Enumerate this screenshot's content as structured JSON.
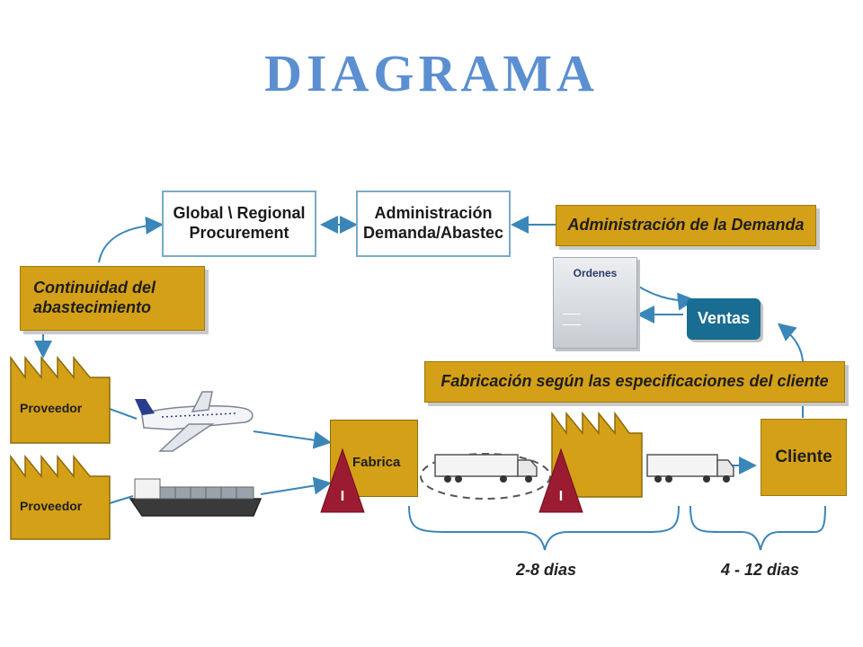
{
  "title": "DIAGRAMA",
  "boxes": {
    "procurement": "Global \\ Regional\nProcurement",
    "administracion": "Administración\nDemanda/Abastec",
    "demanda": "Administración de la Demanda",
    "continuidad": "Continuidad del\nabastecimiento",
    "fabricacion": "Fabricación según las especificaciones del cliente",
    "ventas": "Ventas",
    "ordenes": "Ordenes",
    "proveedor_1": "Proveedor",
    "proveedor_2": "Proveedor",
    "fabrica": "Fabrica",
    "cliente": "Cliente",
    "inventory_1": "I",
    "inventory_2": "I"
  },
  "timeline": {
    "range_1": "2-8 dias",
    "range_2": "4 - 12 dias"
  },
  "colors": {
    "gold": "#d4a017",
    "blue_title": "#5b8fd1",
    "ventas": "#1a6d92",
    "arrow": "#3a86b8",
    "inventory": "#9b1b30"
  }
}
